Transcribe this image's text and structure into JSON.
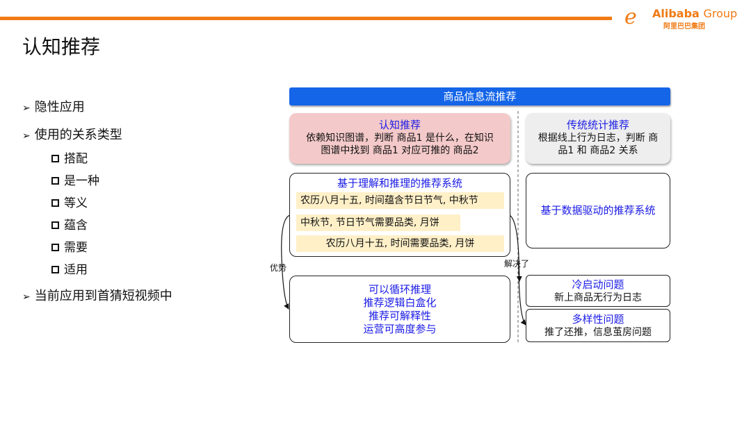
{
  "logo": {
    "mark": "e",
    "name": "Alibaba",
    "group": "Group",
    "chinese": "阿里巴巴集团"
  },
  "title": "认知推荐",
  "bullets": [
    {
      "text": "隐性应用"
    },
    {
      "text": "使用的关系类型",
      "children": [
        "搭配",
        "是一种",
        "等义",
        "蕴含",
        "需要",
        "适用"
      ]
    },
    {
      "text": "当前应用到首猜短视频中"
    }
  ],
  "diagram": {
    "banner": "商品信息流推荐",
    "cognitive": {
      "title": "认知推荐",
      "line1": "依赖知识图谱，判断 商品1 是什么，在知识",
      "line2": "图谱中找到 商品1 对应可推的 商品2"
    },
    "traditional": {
      "title": "传统统计推荐",
      "line1": "根据线上行为日志，判断 商",
      "line2": "品1 和 商品2 关系"
    },
    "reasoning": {
      "title": "基于理解和推理的推荐系统",
      "steps": [
        "农历八月十五, 时间蕴含节日节气, 中秋节",
        "中秋节, 节日节气需要品类, 月饼",
        "农历八月十五, 时间需要品类, 月饼"
      ]
    },
    "datadriven": "基于数据驱动的推荐系统",
    "advantage_label": "优势",
    "solved_label": "解决了",
    "advantages": [
      "可以循环推理",
      "推荐逻辑白盒化",
      "推荐可解释性",
      "运营可高度参与"
    ],
    "coldstart": {
      "title": "冷启动问题",
      "desc": "新上商品无行为日志"
    },
    "diversity": {
      "title": "多样性问题",
      "desc": "推了还推，信息茧房问题"
    }
  },
  "colors": {
    "accent_orange": "#f07a14",
    "banner_blue": "#1565e8",
    "title_blue": "#1a1ae6",
    "pink": "#f4c9c9",
    "yellow": "#fff0c8"
  }
}
